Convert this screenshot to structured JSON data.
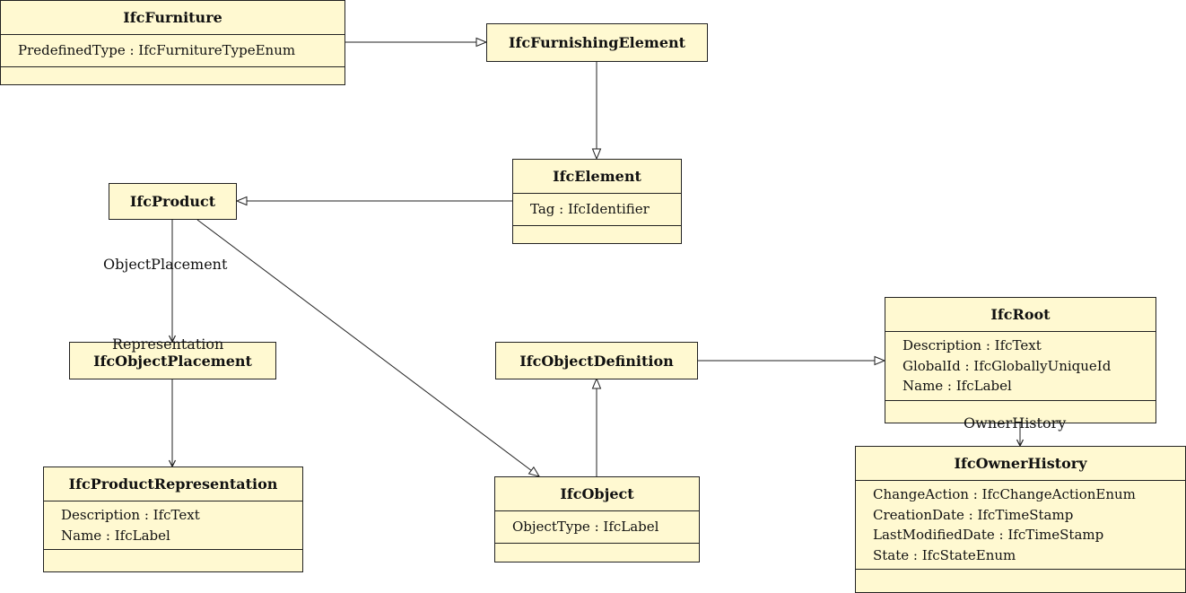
{
  "classes": {
    "furniture": {
      "name": "IfcFurniture",
      "attrs": [
        "PredefinedType : IfcFurnitureTypeEnum"
      ]
    },
    "furnishing_element": {
      "name": "IfcFurnishingElement"
    },
    "element": {
      "name": "IfcElement",
      "attrs": [
        "Tag : IfcIdentifier"
      ]
    },
    "product": {
      "name": "IfcProduct"
    },
    "object_placement": {
      "name": "IfcObjectPlacement"
    },
    "product_representation": {
      "name": "IfcProductRepresentation",
      "attrs": [
        "Description : IfcText",
        "Name : IfcLabel"
      ]
    },
    "object_definition": {
      "name": "IfcObjectDefinition"
    },
    "object": {
      "name": "IfcObject",
      "attrs": [
        "ObjectType : IfcLabel"
      ]
    },
    "root": {
      "name": "IfcRoot",
      "attrs": [
        "Description : IfcText",
        "GlobalId : IfcGloballyUniqueId",
        "Name : IfcLabel"
      ]
    },
    "owner_history": {
      "name": "IfcOwnerHistory",
      "attrs": [
        "ChangeAction : IfcChangeActionEnum",
        "CreationDate : IfcTimeStamp",
        "LastModifiedDate : IfcTimeStamp",
        "State : IfcStateEnum"
      ]
    }
  },
  "associations": {
    "object_placement": "ObjectPlacement",
    "representation": "Representation",
    "owner_history": "OwnerHistory"
  },
  "colors": {
    "class_fill": "#fff9d1",
    "line": "#222222"
  }
}
